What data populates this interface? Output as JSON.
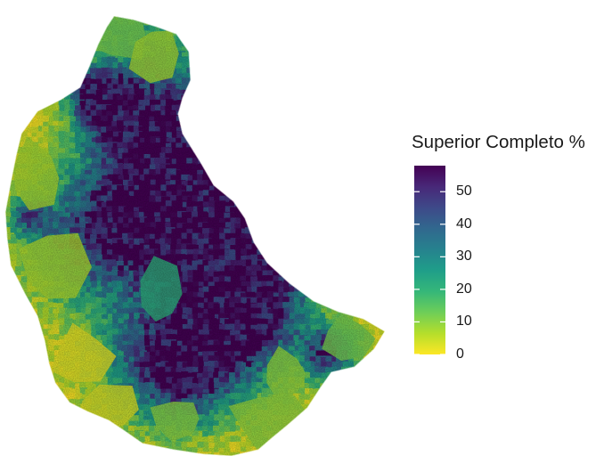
{
  "legend": {
    "title": "Superior Completo %",
    "min": 0,
    "max": 58,
    "ticks": [
      {
        "value": 50,
        "label": "50"
      },
      {
        "value": 40,
        "label": "40"
      },
      {
        "value": 30,
        "label": "30"
      },
      {
        "value": 20,
        "label": "20"
      },
      {
        "value": 10,
        "label": "10"
      },
      {
        "value": 0,
        "label": "0"
      }
    ],
    "colors": [
      "#fde725",
      "#b5de2b",
      "#6ece58",
      "#35b779",
      "#1f9e89",
      "#26828e",
      "#31688e",
      "#3e4989",
      "#482878",
      "#440154"
    ]
  },
  "map": {
    "colormap": "viridis",
    "background_color": "#ffffff"
  }
}
